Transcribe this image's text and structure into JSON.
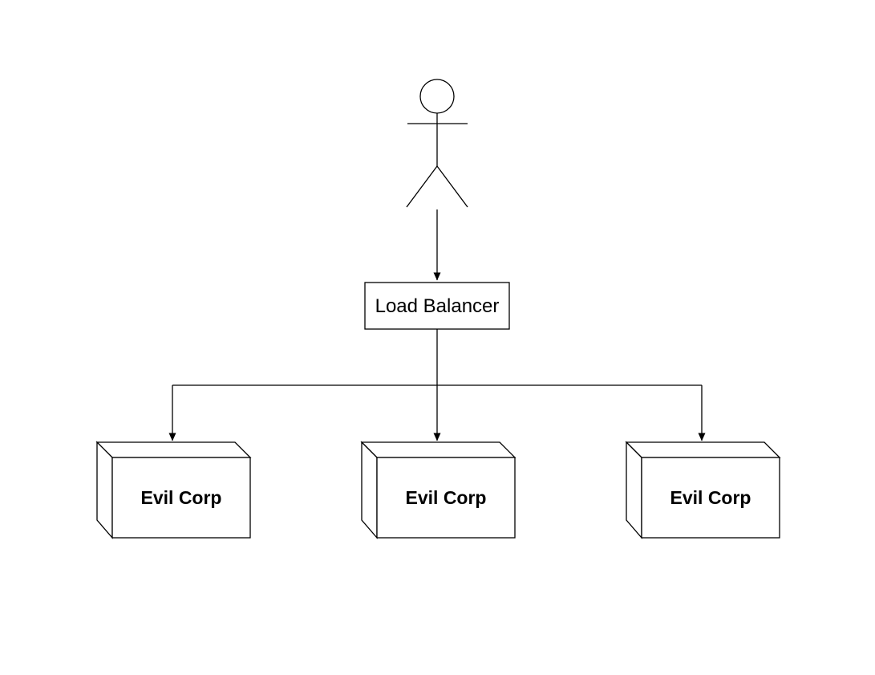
{
  "diagram": {
    "background_color": "#ffffff",
    "line_color": "#000000",
    "shape_fill_color": "#ffffff",
    "text_color": "#000000",
    "load_balancer": {
      "label": "Load Balancer"
    },
    "nodes": [
      {
        "label": "Evil Corp"
      },
      {
        "label": "Evil Corp"
      },
      {
        "label": "Evil Corp"
      }
    ]
  }
}
